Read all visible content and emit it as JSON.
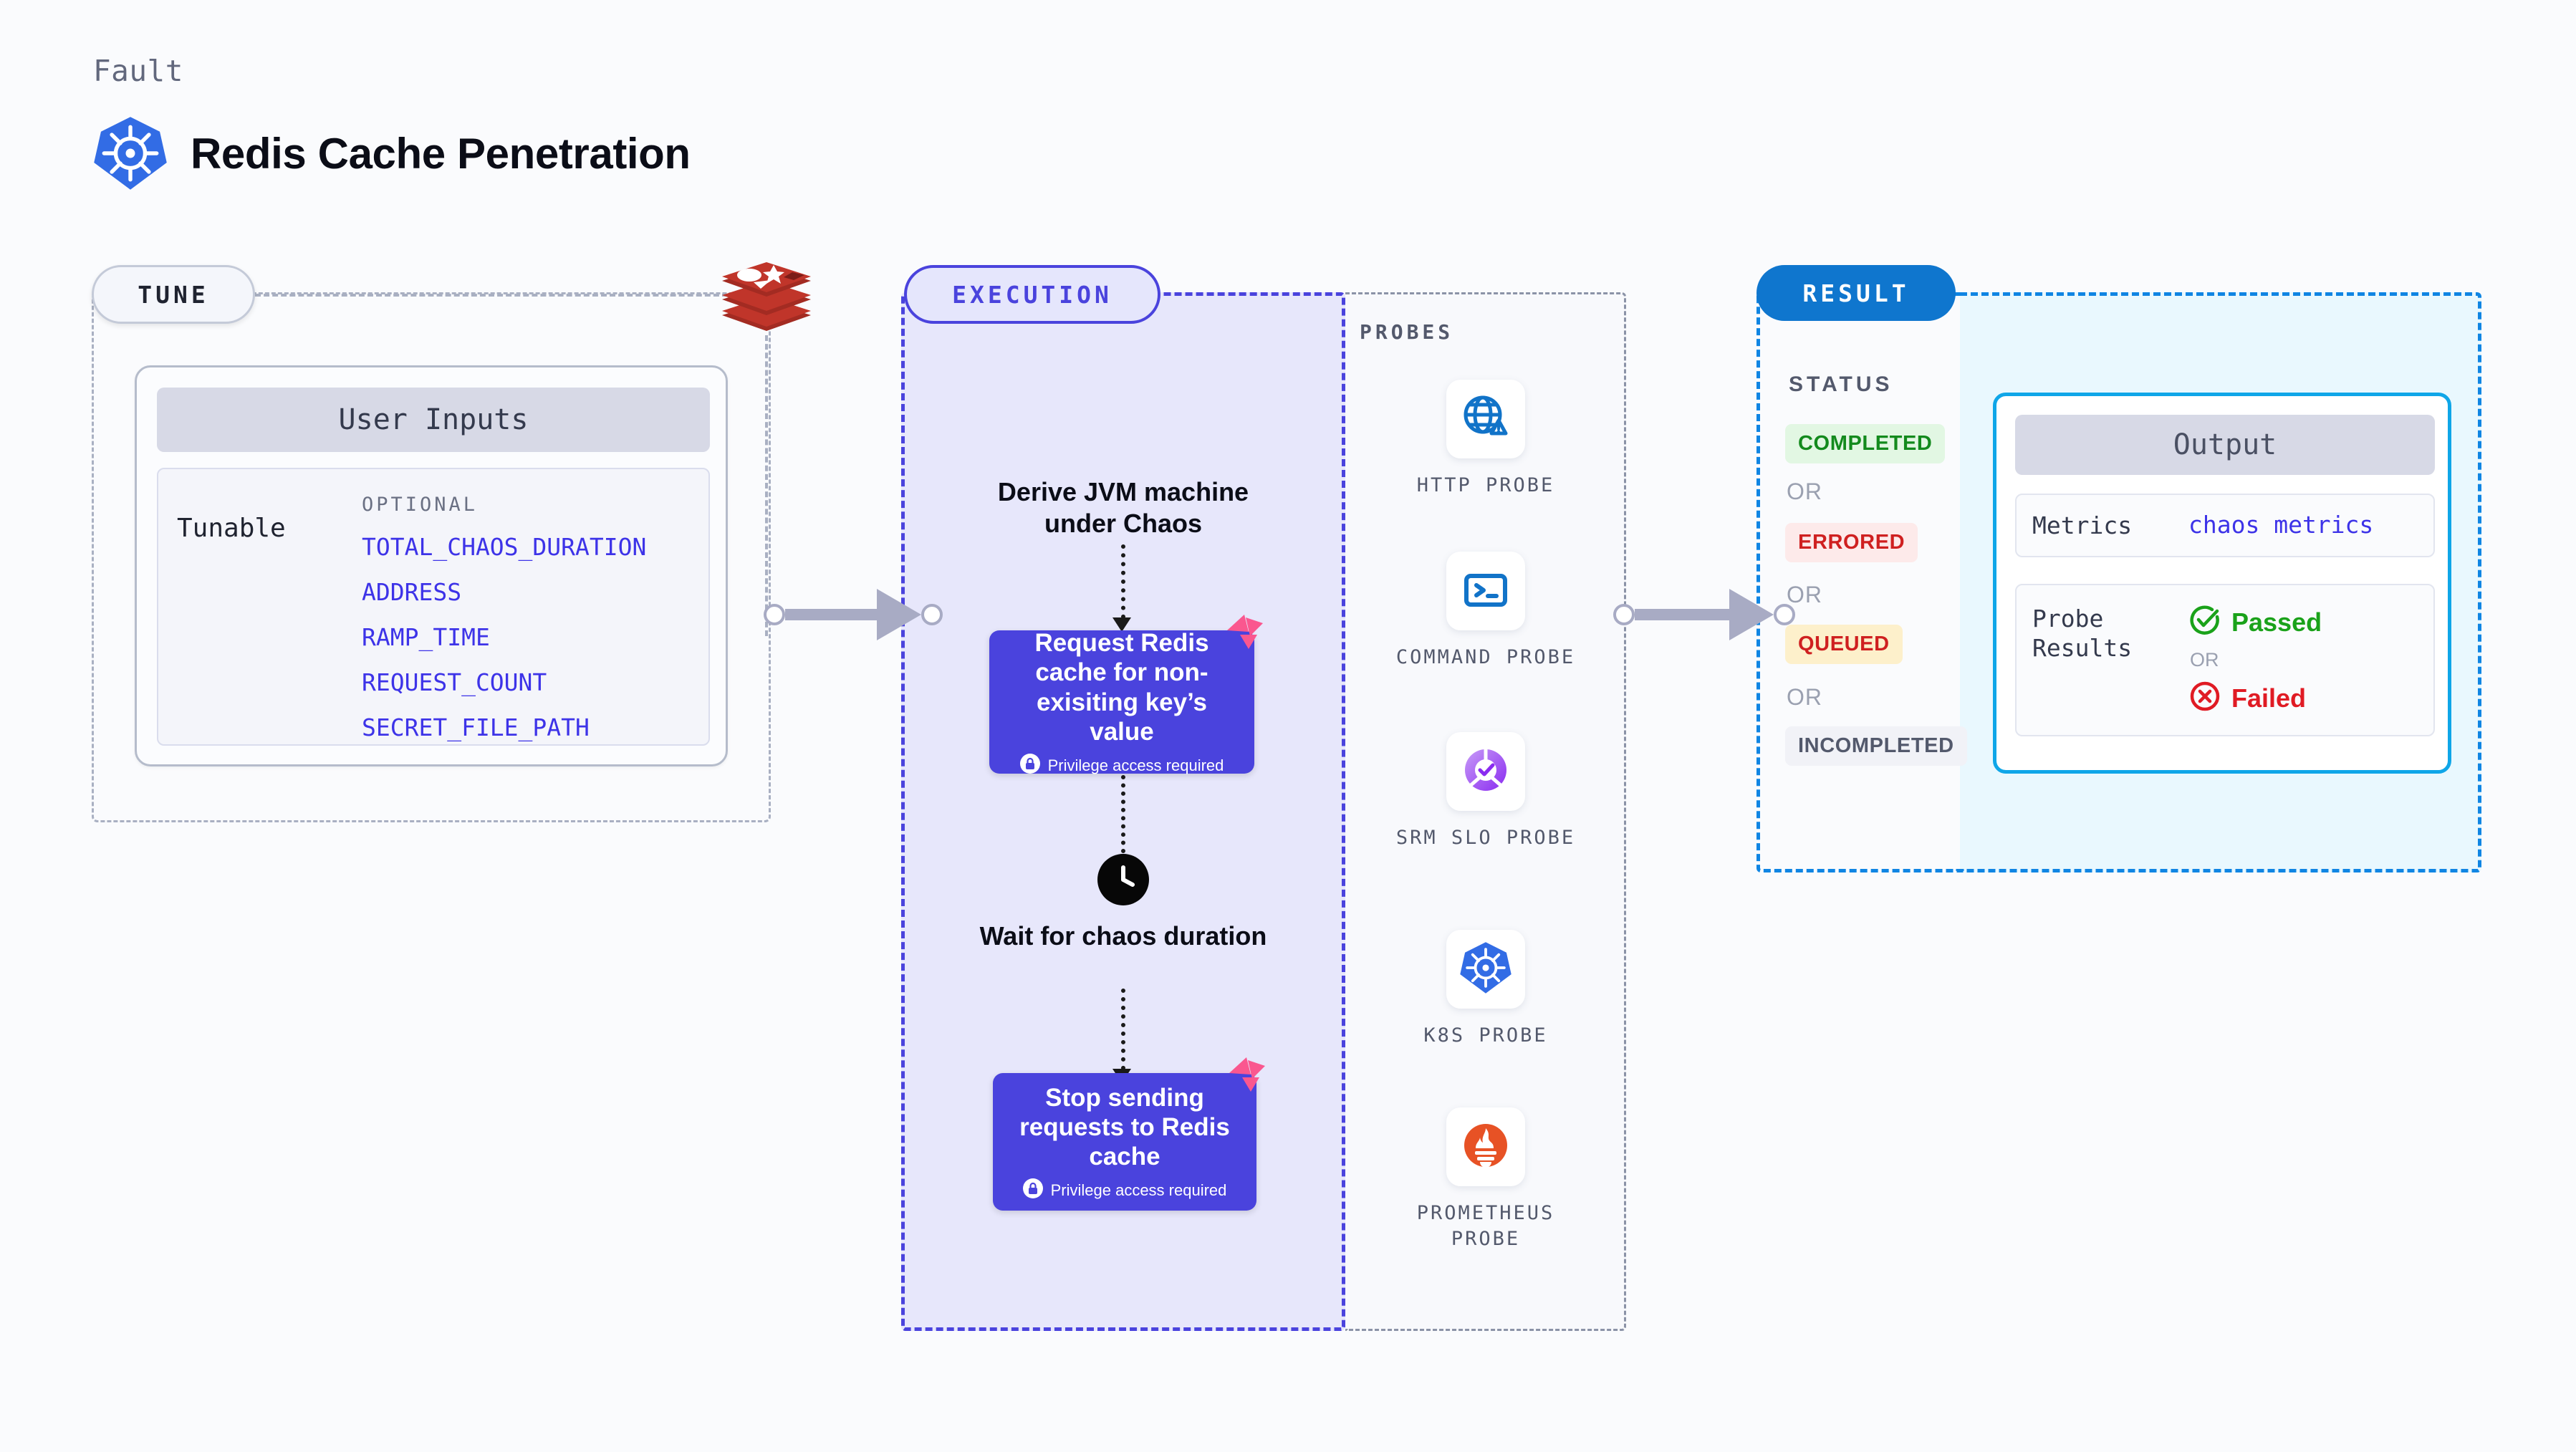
{
  "header": {
    "eyebrow": "Fault",
    "title": "Redis Cache Penetration",
    "icon": "kubernetes-icon"
  },
  "tune": {
    "pill_label": "TUNE",
    "source_icon": "redis-logo",
    "card_title": "User Inputs",
    "tunable_label": "Tunable",
    "optional_label": "OPTIONAL",
    "optional_items": [
      "TOTAL_CHAOS_DURATION",
      "ADDRESS",
      "RAMP_TIME",
      "REQUEST_COUNT",
      "SECRET_FILE_PATH"
    ]
  },
  "execution": {
    "pill_label": "EXECUTION",
    "steps": [
      {
        "type": "text",
        "label": "Derive JVM machine under Chaos"
      },
      {
        "type": "box",
        "label": "Request Redis cache for non-exisiting key’s value",
        "privilege": "Privilege access required",
        "badge": "litmus-badge-icon"
      },
      {
        "type": "clock",
        "label": "Wait for chaos duration",
        "icon": "clock-icon"
      },
      {
        "type": "box",
        "label": "Stop sending requests to Redis cache",
        "privilege": "Privilege access required",
        "badge": "litmus-badge-icon"
      }
    ]
  },
  "probes": {
    "title": "PROBES",
    "items": [
      {
        "name": "HTTP PROBE",
        "icon": "globe-warning-icon"
      },
      {
        "name": "COMMAND PROBE",
        "icon": "terminal-icon"
      },
      {
        "name": "SRM SLO PROBE",
        "icon": "srm-slo-icon"
      },
      {
        "name": "K8S PROBE",
        "icon": "kubernetes-icon"
      },
      {
        "name": "PROMETHEUS PROBE",
        "icon": "prometheus-icon"
      }
    ]
  },
  "result": {
    "pill_label": "RESULT",
    "status_label": "STATUS",
    "or_label": "OR",
    "statuses": [
      {
        "label": "COMPLETED",
        "bg": "#e2f7e3",
        "fg": "#138a1d"
      },
      {
        "label": "ERRORED",
        "bg": "#fdeaea",
        "fg": "#cf2020"
      },
      {
        "label": "QUEUED",
        "bg": "#fdf0cb",
        "fg": "#cf2020"
      },
      {
        "label": "INCOMPLETED",
        "bg": "#f1f2f7",
        "fg": "#53596c"
      }
    ],
    "output": {
      "title": "Output",
      "metrics_key": "Metrics",
      "metrics_value": "chaos metrics",
      "probe_results_key": "Probe Results",
      "passed_label": "Passed",
      "failed_label": "Failed",
      "or_label": "OR",
      "passed_icon": "check-circle-icon",
      "failed_icon": "x-circle-icon"
    }
  },
  "colors": {
    "accent_purple": "#4a43dd",
    "accent_blue": "#0f76ce",
    "redis_red": "#a32b22",
    "k8s_blue": "#326ce5",
    "pass_green": "#1aa21a",
    "fail_red": "#e01b24",
    "link_blue": "#3d33e8"
  }
}
